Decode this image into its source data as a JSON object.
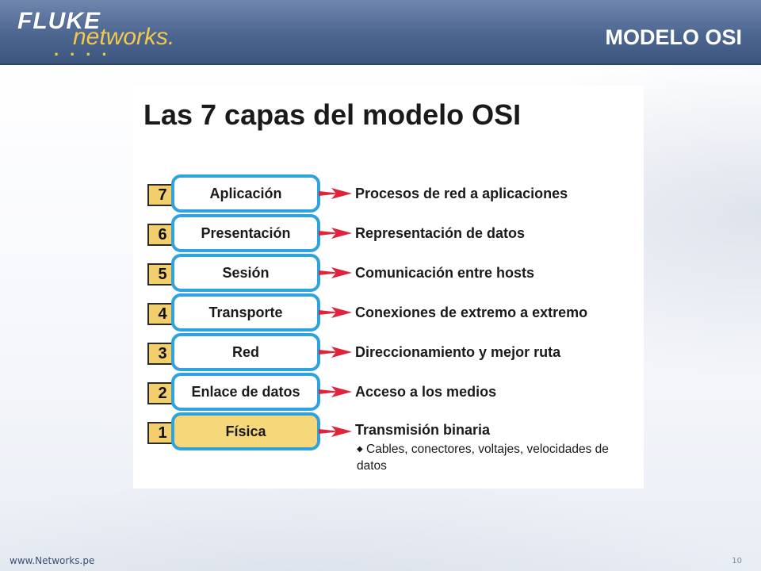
{
  "header": {
    "logo_fluke": "FLUKE",
    "logo_networks": "networks.",
    "logo_dots": "....",
    "title": "MODELO OSI",
    "colors": {
      "header_blue": "#4d6690",
      "logo_gold": "#f2c94c"
    }
  },
  "diagram": {
    "title": "Las 7 capas del modelo OSI",
    "colors": {
      "capsule_border": "#2ea3dd",
      "number_fill": "#f2cf6c",
      "highlight_fill": "#f6d77a",
      "arrow": "#e0233a"
    },
    "layers": [
      {
        "number": "7",
        "name": "Aplicación",
        "description": "Procesos de red a aplicaciones"
      },
      {
        "number": "6",
        "name": "Presentación",
        "description": "Representación de datos"
      },
      {
        "number": "5",
        "name": "Sesión",
        "description": "Comunicación entre hosts"
      },
      {
        "number": "4",
        "name": "Transporte",
        "description": "Conexiones de extremo a extremo"
      },
      {
        "number": "3",
        "name": "Red",
        "description": "Direccionamiento y mejor ruta"
      },
      {
        "number": "2",
        "name": "Enlace de datos",
        "description": "Acceso a los medios"
      },
      {
        "number": "1",
        "name": "Física",
        "description": "Transmisión binaria"
      }
    ],
    "note_bullet": "◆",
    "note": "Cables, conectores, voltajes, velocidades de datos"
  },
  "footer": {
    "url": "www.Networks.pe",
    "page_number": "10"
  }
}
